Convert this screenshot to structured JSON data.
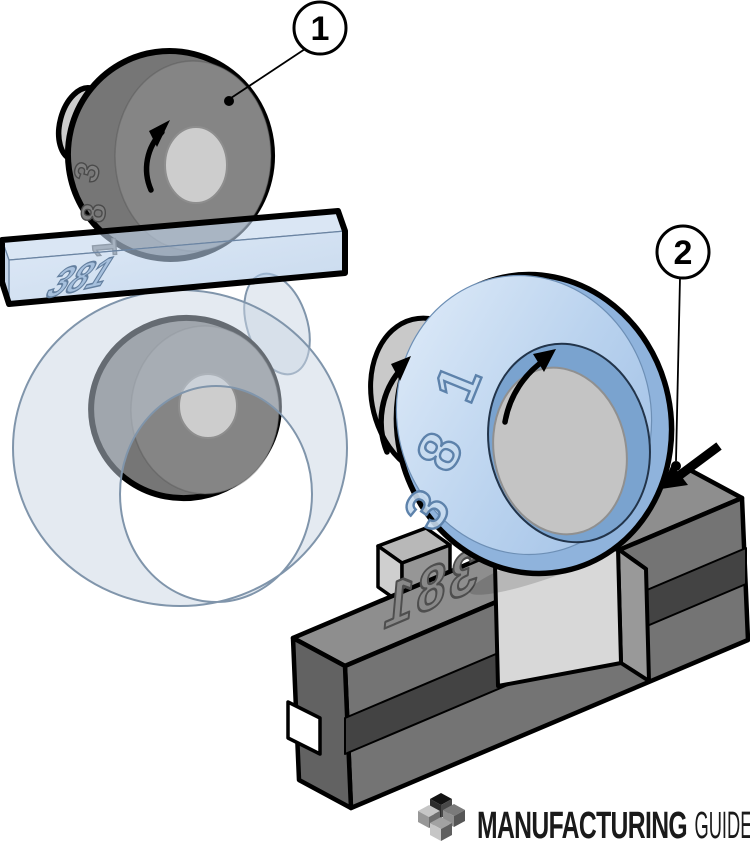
{
  "illustration": {
    "marking_code": "381",
    "marking_digits": [
      "3",
      "8",
      "1"
    ],
    "callouts": [
      {
        "label": "1"
      },
      {
        "label": "2"
      }
    ]
  },
  "logo": {
    "brand": "MANUFACTURING",
    "suffix": "GUIDE"
  },
  "icons": {
    "logo_icon": "isometric-cubes-icon",
    "rotation_icons": "curved-rotation-arrow",
    "feed_icon": "feed-direction-arrow"
  },
  "colors": {
    "workpiece_blue": "#aecbea",
    "workpiece_blue_light": "#dbe9f8",
    "ghost_blue": "#cad5e4",
    "tool_gray": "#7f7f7f",
    "steel_light": "#cdcdcd",
    "die_gray": "#8e8e8e",
    "outline": "#000000"
  }
}
